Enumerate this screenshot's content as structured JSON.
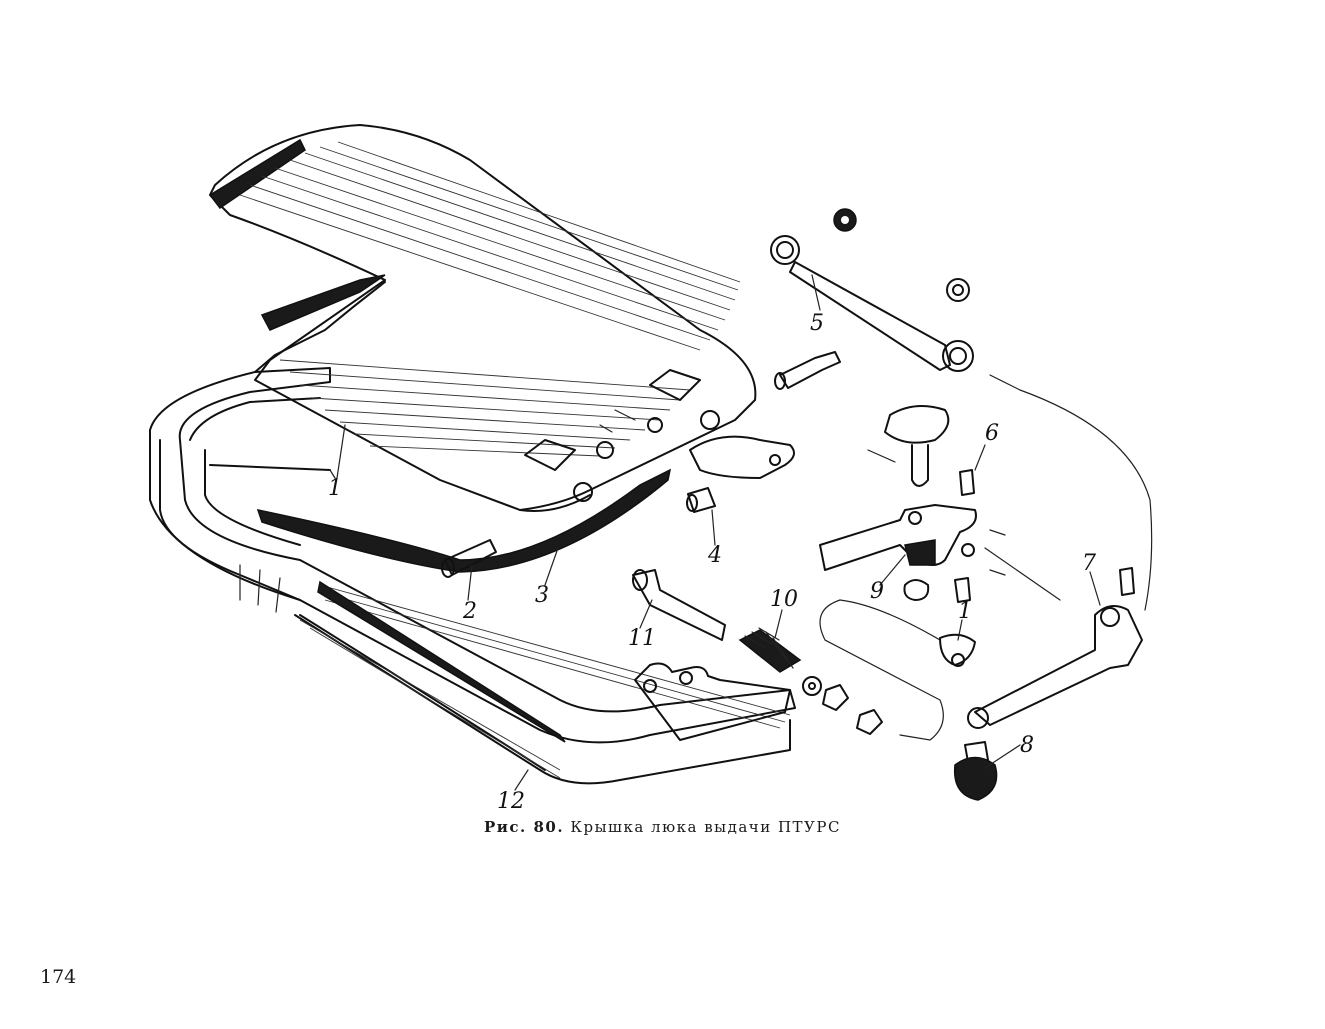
{
  "figure": {
    "caption_prefix": "Рис. 80.",
    "caption_text": "Крышка люка выдачи ПТУРС",
    "callouts": [
      "1",
      "2",
      "3",
      "4",
      "5",
      "6",
      "7",
      "8",
      "9",
      "10",
      "11",
      "12",
      "1"
    ]
  },
  "page": {
    "number": "174"
  }
}
